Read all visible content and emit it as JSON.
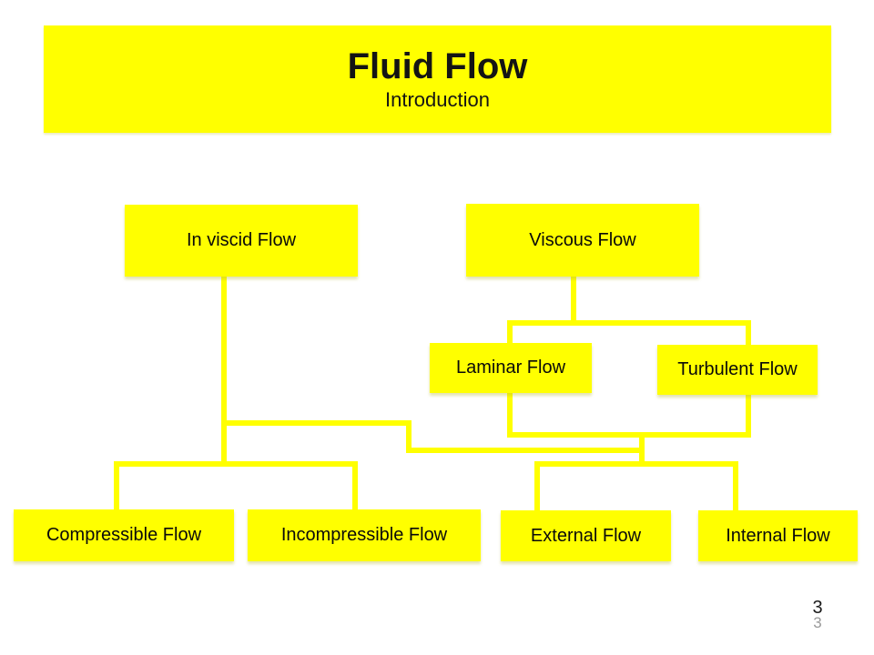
{
  "slide": {
    "title": "Fluid Flow",
    "subtitle": "Introduction",
    "page_number": "3",
    "page_number_shadow": "3"
  },
  "colors": {
    "accent_yellow": "#FFFF00",
    "text_black": "#0a0a0a",
    "background_white": "#FFFFFF",
    "page_number_gray": "#9a9a9a"
  },
  "diagram": {
    "nodes": {
      "inviscid": "In viscid Flow",
      "viscous": "Viscous Flow",
      "laminar": "Laminar Flow",
      "turbulent": "Turbulent Flow",
      "compressible": "Compressible Flow",
      "incompressible": "Incompressible Flow",
      "external": "External Flow",
      "internal": "Internal Flow"
    }
  }
}
